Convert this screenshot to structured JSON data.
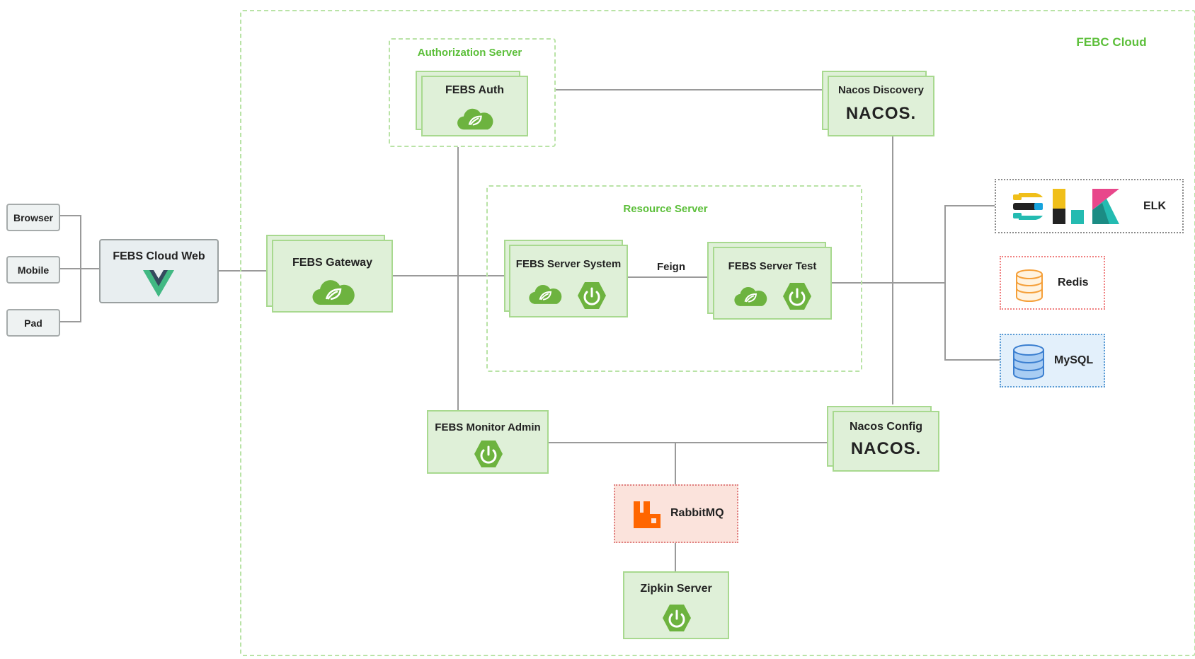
{
  "regions": {
    "cloud": "FEBC Cloud",
    "auth_server": "Authorization Server",
    "resource_server": "Resource Server"
  },
  "clients": [
    "Browser",
    "Mobile",
    "Pad"
  ],
  "nodes": {
    "cloud_web": "FEBS Cloud Web",
    "gateway": "FEBS Gateway",
    "auth": "FEBS Auth",
    "nacos_discovery": "Nacos Discovery",
    "server_system": "FEBS Server System",
    "server_test": "FEBS Server Test",
    "monitor_admin": "FEBS Monitor Admin",
    "nacos_config": "Nacos Config",
    "rabbitmq": "RabbitMQ",
    "zipkin": "Zipkin Server"
  },
  "edge_labels": {
    "feign": "Feign"
  },
  "external": {
    "elk": "ELK",
    "redis": "Redis",
    "mysql": "MySQL"
  },
  "logos": {
    "nacos_text": "NACOS."
  },
  "colors": {
    "region_border": "#b9e3a6",
    "region_label": "#5cbf3a",
    "node_fill": "#dff0d8",
    "node_border": "#a8d98f",
    "spring_green": "#6db33f",
    "rabbit_orange": "#ff6600",
    "redis_border": "#f08080",
    "mysql_fill": "#e3f0fb"
  }
}
